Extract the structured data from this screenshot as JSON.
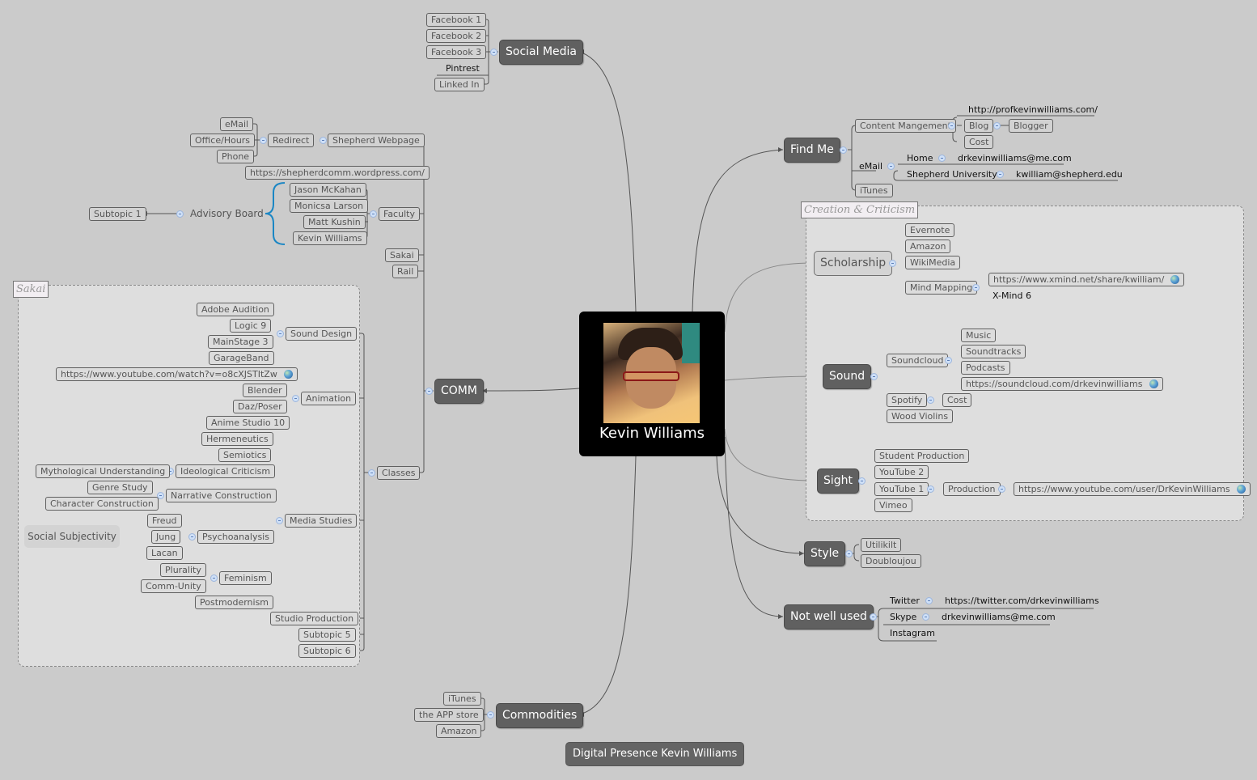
{
  "center": {
    "title": "Kevin Williams",
    "image": "portrait-photo"
  },
  "caption": "Digital Presence Kevin Williams",
  "social_media": {
    "label": "Social Media",
    "children": [
      "Facebook 1",
      "Facebook 2",
      "Facebook 3",
      "Pintrest",
      "Linked In"
    ]
  },
  "comm": {
    "label": "COMM",
    "shepherd_webpage": {
      "label": "Shepherd Webpage",
      "redirect": {
        "label": "Redirect",
        "children": [
          "eMail",
          "Office/Hours",
          "Phone"
        ]
      }
    },
    "wordpress": "https://shepherdcomm.wordpress.com/",
    "faculty": {
      "label": "Faculty",
      "children": [
        "Jason McKahan",
        "Monicsa Larson",
        "Matt Kushin",
        "Kevin Williams"
      ],
      "summary": "Advisory Board",
      "summary_child": "Subtopic 1"
    },
    "sakai": "Sakai",
    "rail": "Rail",
    "classes": {
      "label": "Classes",
      "boundary_title": "Sakai"
    }
  },
  "sound_design": {
    "label": "Sound Design",
    "children": [
      "Adobe Audition",
      "Logic 9",
      "MainStage 3",
      "GarageBand"
    ]
  },
  "animation": {
    "label": "Animation",
    "children": [
      "https://www.youtube.com/watch?v=o8cXJSTItZw",
      "Blender",
      "Daz/Poser",
      "Anime Studio 10"
    ]
  },
  "media_studies": {
    "label": "Media Studies",
    "hermeneutics": "Hermeneutics",
    "semiotics": "Semiotics",
    "ideological": {
      "label": "Ideological Criticism",
      "child": "Mythological Understanding"
    },
    "narrative": {
      "label": "Narrative Construction",
      "children": [
        "Genre Study",
        "Character Construction"
      ]
    },
    "psychoanalysis": {
      "label": "Psychoanalysis",
      "children": [
        "Freud",
        "Jung",
        "Lacan"
      ],
      "summary": "Social Subjectivity"
    },
    "feminism": {
      "label": "Feminism",
      "children": [
        "Plurality",
        "Comm-Unity"
      ]
    },
    "postmodernism": "Postmodernism"
  },
  "classes_extra": [
    "Studio Production",
    "Subtopic 5",
    "Subtopic 6"
  ],
  "commodities": {
    "label": "Commodities",
    "children": [
      "iTunes",
      "the APP store",
      "Amazon"
    ]
  },
  "find_me": {
    "label": "Find Me",
    "content": {
      "label": "Content Mangement",
      "url": "http://profkevinwilliams.com/",
      "blog": "Blog",
      "blogger": "Blogger",
      "cost": "Cost"
    },
    "email": {
      "label": "eMail",
      "home": "Home",
      "home_value": "drkevinwilliams@me.com",
      "shepherd": "Shepherd University",
      "shepherd_value": "kwilliam@shepherd.edu"
    },
    "itunes": "iTunes"
  },
  "creation": {
    "boundary_title": "Creation & Criticism",
    "scholarship": {
      "label": "Scholarship",
      "children": [
        "Evernote",
        "Amazon",
        "WikiMedia"
      ],
      "mind_mapping": {
        "label": "Mind Mapping",
        "url": "https://www.xmind.net/share/kwilliam/",
        "app": "X-Mind 6"
      }
    },
    "sound": {
      "label": "Sound",
      "soundcloud": {
        "label": "Soundcloud",
        "children": [
          "Music",
          "Soundtracks",
          "Podcasts",
          "https://soundcloud.com/drkevinwilliams"
        ]
      },
      "spotify": "Spotify",
      "spotify_cost": "Cost",
      "wood": "Wood Violins"
    },
    "sight": {
      "label": "Sight",
      "children": [
        "Student Production",
        "YouTube 2"
      ],
      "youtube1": "YouTube 1",
      "production": "Production",
      "url": "https://www.youtube.com/user/DrKevinWilliams",
      "vimeo": "Vimeo"
    }
  },
  "style": {
    "label": "Style",
    "children": [
      "Utilikilt",
      "Doubloujou"
    ]
  },
  "not_well_used": {
    "label": "Not well used",
    "twitter": "Twitter",
    "twitter_value": "https://twitter.com/drkevinwilliams",
    "skype": "Skype",
    "skype_value": "drkevinwilliams@me.com",
    "instagram": "Instagram"
  }
}
